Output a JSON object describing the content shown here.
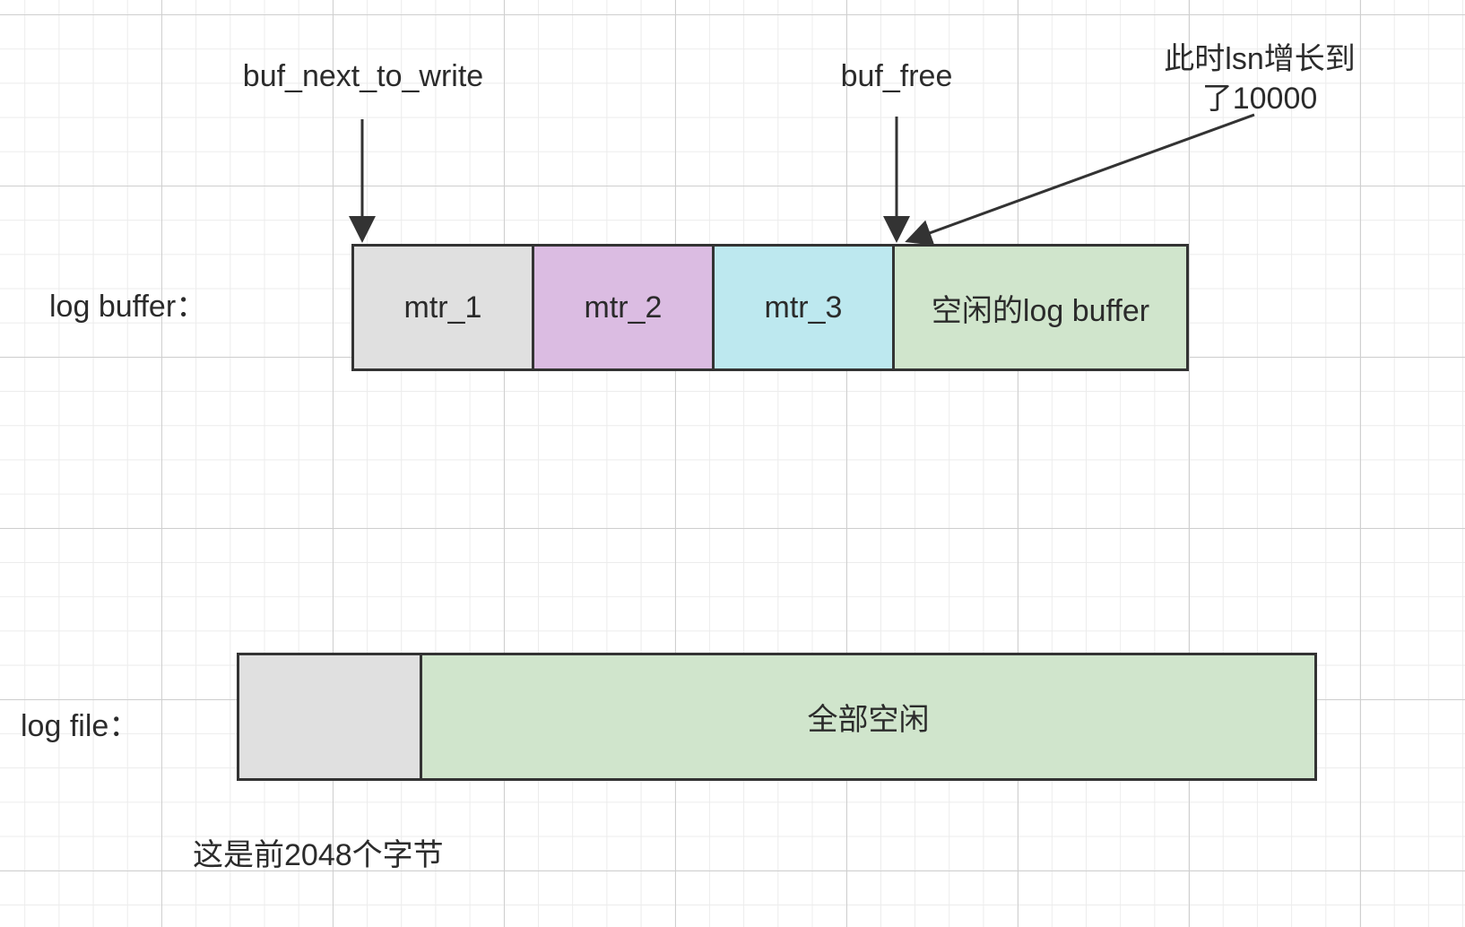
{
  "log_buffer": {
    "label": "log buffer：",
    "segments": [
      {
        "text": "mtr_1",
        "color": "#e0e0e0"
      },
      {
        "text": "mtr_2",
        "color": "#dbbce2"
      },
      {
        "text": "mtr_3",
        "color": "#bde8ef"
      },
      {
        "text": "空闲的log buffer",
        "color": "#d0e5cc"
      }
    ]
  },
  "pointers": {
    "buf_next_to_write": "buf_next_to_write",
    "buf_free": "buf_free"
  },
  "note": {
    "line1": "此时lsn增长到",
    "line2": "了10000"
  },
  "log_file": {
    "label": "log file：",
    "segments": [
      {
        "text": "",
        "color": "#e0e0e0"
      },
      {
        "text": "全部空闲",
        "color": "#d0e5cc"
      }
    ]
  },
  "caption": "这是前2048个字节",
  "colors": {
    "stroke": "#333333",
    "grid": "#ececec"
  }
}
